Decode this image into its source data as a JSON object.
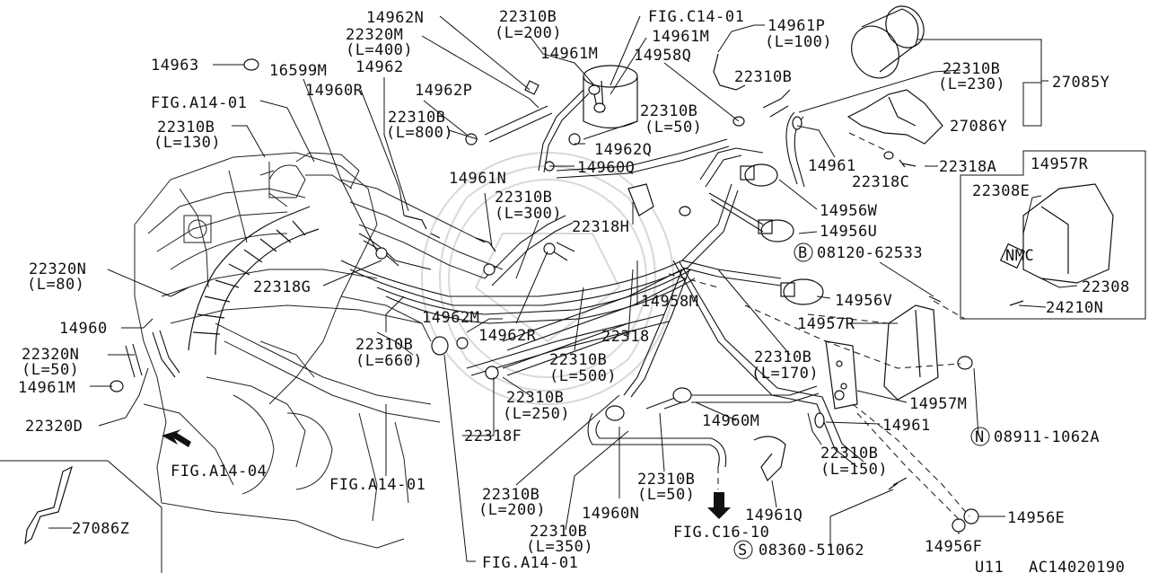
{
  "diagram_code": "AC14020190",
  "page_ref": "U11",
  "callouts": {
    "p14962N": "14962N",
    "p22310B_200": "22310B",
    "p22310B_200_len": "(L=200)",
    "figC14_01": "FIG.C14-01",
    "p14961P": "14961P",
    "p14961P_len": "(L=100)",
    "p22320M": "22320M",
    "p22320M_len": "(L=400)",
    "p14961M_top": "14961M",
    "p14961M_top2": "14961M",
    "p14958Q": "14958Q",
    "p14963": "14963",
    "p16599M": "16599M",
    "p14962": "14962",
    "p22310B_mid": "22310B",
    "p22310B_230": "22310B",
    "p22310B_230_len": "(L=230)",
    "p27085Y": "27085Y",
    "p14962P": "14962P",
    "p14960R": "14960R",
    "figA14_01_top": "FIG.A14-01",
    "p22310B_50_top": "22310B",
    "p22310B_50_top_len": "(L=50)",
    "p27086Y": "27086Y",
    "p22310B_800": "22310B",
    "p22310B_800_len": "(L=800)",
    "p22310B_130": "22310B",
    "p22310B_130_len": "(L=130)",
    "p14962Q": "14962Q",
    "p14960Q": "14960Q",
    "p14961_right": "14961",
    "p22318A": "22318A",
    "p14957R_box": "14957R",
    "p22318C": "22318C",
    "p14961N": "14961N",
    "p22310B_300": "22310B",
    "p22310B_300_len": "(L=300)",
    "p22308E": "22308E",
    "p22318H": "22318H",
    "p14956W": "14956W",
    "p14956U": "14956U",
    "p08120": "08120-62533",
    "p08120_sym": "B",
    "p22320N_80": "22320N",
    "p22320N_80_len": "(L=80)",
    "p22318G": "22318G",
    "p22308": "22308",
    "p14956V": "14956V",
    "p24210N": "24210N",
    "p14958M": "14958M",
    "p14962M": "14962M",
    "p14960": "14960",
    "p14957R": "14957R",
    "p22310B_660": "22310B",
    "p22310B_660_len": "(L=660)",
    "p14962R": "14962R",
    "p22318": "22318",
    "p22320N_50": "22320N",
    "p22320N_50_len": "(L=50)",
    "p22310B_500": "22310B",
    "p22310B_500_len": "(L=500)",
    "p22310B_170": "22310B",
    "p22310B_170_len": "(L=170)",
    "p14961M_left": "14961M",
    "p14957M": "14957M",
    "p22310B_250": "22310B",
    "p22310B_250_len": "(L=250)",
    "p22320D": "22320D",
    "p14960M": "14960M",
    "p14961_low": "14961",
    "p08911": "08911-1062A",
    "p08911_sym": "N",
    "p22318F": "22318F",
    "figA14_04": "FIG.A14-04",
    "p22310B_150": "22310B",
    "p22310B_150_len": "(L=150)",
    "figA14_01_mid": "FIG.A14-01",
    "p22310B_50_low": "22310B",
    "p22310B_50_low_len": "(L=50)",
    "p22310B_200_low": "22310B",
    "p22310B_200_low_len": "(L=200)",
    "p14960N": "14960N",
    "p14961Q": "14961Q",
    "p14956E": "14956E",
    "p27086Z": "27086Z",
    "p22310B_350": "22310B",
    "p22310B_350_len": "(L=350)",
    "figC16_10": "FIG.C16-10",
    "p08360": "08360-51062",
    "p08360_sym": "S",
    "p14956F": "14956F",
    "figA14_01_bottom": "FIG.A14-01",
    "inset_tag": "NMC"
  }
}
